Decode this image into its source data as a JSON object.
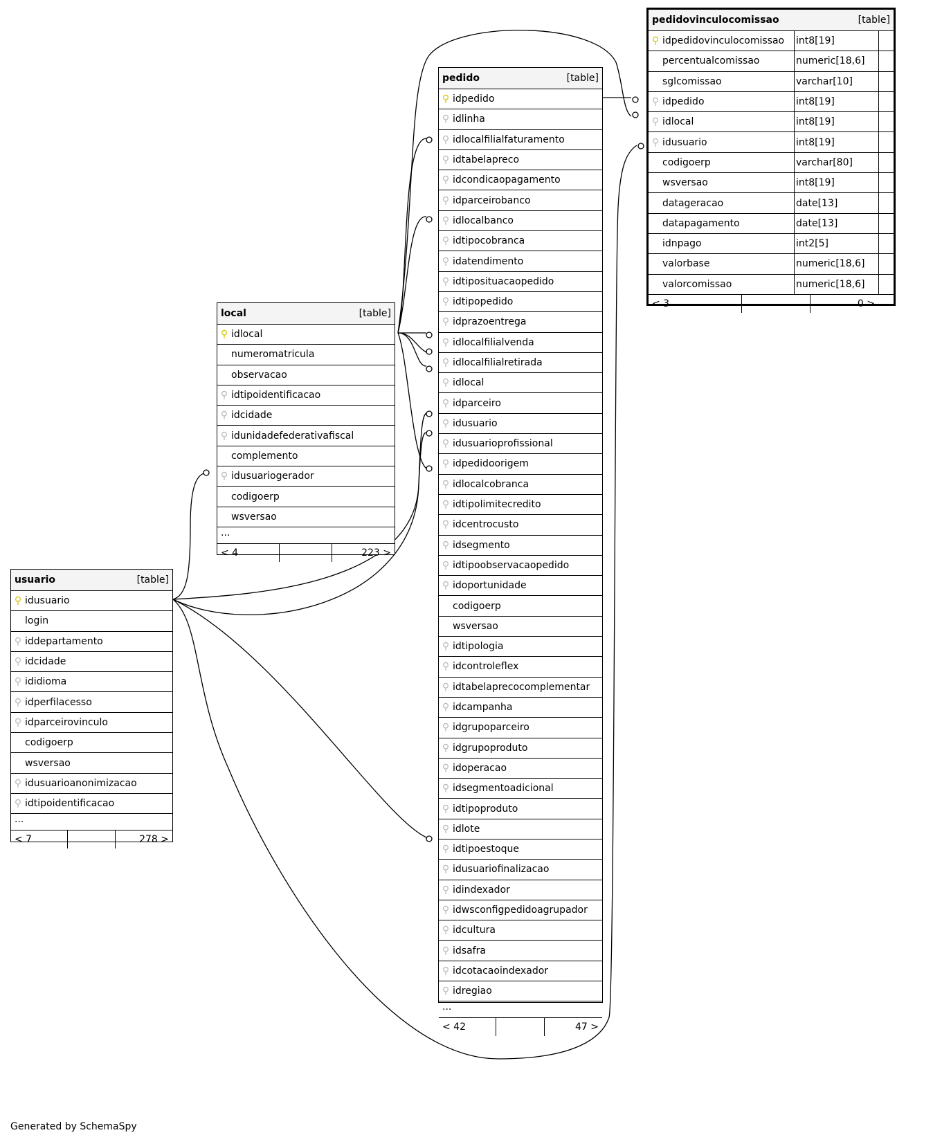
{
  "footer_text": "Generated by SchemaSpy",
  "colors": {
    "pk_key": "#d6c100",
    "fk_key": "#b7b7b7",
    "header_bg": "#f4f4f4"
  },
  "tables": {
    "pedidovinculocomissao": {
      "name": "pedidovinculocomissao",
      "type": "[table]",
      "columns": [
        {
          "key": "pk",
          "name": "idpedidovinculocomissao",
          "dtype": "int8[19]"
        },
        {
          "key": "",
          "name": "percentualcomissao",
          "dtype": "numeric[18,6]"
        },
        {
          "key": "",
          "name": "sglcomissao",
          "dtype": "varchar[10]"
        },
        {
          "key": "fk",
          "name": "idpedido",
          "dtype": "int8[19]"
        },
        {
          "key": "fk",
          "name": "idlocal",
          "dtype": "int8[19]"
        },
        {
          "key": "fk",
          "name": "idusuario",
          "dtype": "int8[19]"
        },
        {
          "key": "",
          "name": "codigoerp",
          "dtype": "varchar[80]"
        },
        {
          "key": "",
          "name": "wsversao",
          "dtype": "int8[19]"
        },
        {
          "key": "",
          "name": "datageracao",
          "dtype": "date[13]"
        },
        {
          "key": "",
          "name": "datapagamento",
          "dtype": "date[13]"
        },
        {
          "key": "",
          "name": "idnpago",
          "dtype": "int2[5]"
        },
        {
          "key": "",
          "name": "valorbase",
          "dtype": "numeric[18,6]"
        },
        {
          "key": "",
          "name": "valorcomissao",
          "dtype": "numeric[18,6]"
        }
      ],
      "footer": {
        "left": "< 3",
        "right": "0 >"
      }
    },
    "pedido": {
      "name": "pedido",
      "type": "[table]",
      "columns": [
        {
          "key": "pk",
          "name": "idpedido"
        },
        {
          "key": "fk",
          "name": "idlinha"
        },
        {
          "key": "fk",
          "name": "idlocalfilialfaturamento"
        },
        {
          "key": "fk",
          "name": "idtabelapreco"
        },
        {
          "key": "fk",
          "name": "idcondicaopagamento"
        },
        {
          "key": "fk",
          "name": "idparceirobanco"
        },
        {
          "key": "fk",
          "name": "idlocalbanco"
        },
        {
          "key": "fk",
          "name": "idtipocobranca"
        },
        {
          "key": "fk",
          "name": "idatendimento"
        },
        {
          "key": "fk",
          "name": "idtipositua caopedido"
        },
        {
          "key": "fk",
          "name": "idtipopedido"
        },
        {
          "key": "fk",
          "name": "idprazoentrega"
        },
        {
          "key": "fk",
          "name": "idlocalfilialvenda"
        },
        {
          "key": "fk",
          "name": "idlocalfilialretirada"
        },
        {
          "key": "fk",
          "name": "idlocal"
        },
        {
          "key": "fk",
          "name": "idparceiro"
        },
        {
          "key": "fk",
          "name": "idusuario"
        },
        {
          "key": "fk",
          "name": "idusuarioprofissional"
        },
        {
          "key": "fk",
          "name": "idpedidoorigem"
        },
        {
          "key": "fk",
          "name": "idlocalcobranca"
        },
        {
          "key": "fk",
          "name": "idtipolimitecredito"
        },
        {
          "key": "fk",
          "name": "idcentrocusto"
        },
        {
          "key": "fk",
          "name": "idsegmento"
        },
        {
          "key": "fk",
          "name": "idtipoobservacaopedido"
        },
        {
          "key": "fk",
          "name": "idoportunidade"
        },
        {
          "key": "",
          "name": "codigoerp"
        },
        {
          "key": "",
          "name": "wsversao"
        },
        {
          "key": "fk",
          "name": "idtipologia"
        },
        {
          "key": "fk",
          "name": "idcontroleflex"
        },
        {
          "key": "fk",
          "name": "idtabelaprecocomplementar"
        },
        {
          "key": "fk",
          "name": "idcampanha"
        },
        {
          "key": "fk",
          "name": "idgrupoparceiro"
        },
        {
          "key": "fk",
          "name": "idgrupoproduto"
        },
        {
          "key": "fk",
          "name": "idoperacao"
        },
        {
          "key": "fk",
          "name": "idsegmentoadicional"
        },
        {
          "key": "fk",
          "name": "idtipoproduto"
        },
        {
          "key": "fk",
          "name": "idlote"
        },
        {
          "key": "fk",
          "name": "idtipoestoque"
        },
        {
          "key": "fk",
          "name": "idusuariofinalizacao"
        },
        {
          "key": "fk",
          "name": "idindexador"
        },
        {
          "key": "fk",
          "name": "idwsconfigpedidoagrupador"
        },
        {
          "key": "fk",
          "name": "idcultura"
        },
        {
          "key": "fk",
          "name": "idsafra"
        },
        {
          "key": "fk",
          "name": "idcotacaoindexador"
        },
        {
          "key": "fk",
          "name": "idregiao"
        }
      ],
      "more": "...",
      "footer": {
        "left": "< 42",
        "right": "47 >"
      }
    },
    "local": {
      "name": "local",
      "type": "[table]",
      "columns": [
        {
          "key": "pk",
          "name": "idlocal"
        },
        {
          "key": "",
          "name": "numeromatricula"
        },
        {
          "key": "",
          "name": "observacao"
        },
        {
          "key": "fk",
          "name": "idtipoidentificacao"
        },
        {
          "key": "fk",
          "name": "idcidade"
        },
        {
          "key": "fk",
          "name": "idunidadefederativafiscal"
        },
        {
          "key": "",
          "name": "complemento"
        },
        {
          "key": "fk",
          "name": "idusuariogerador"
        },
        {
          "key": "",
          "name": "codigoerp"
        },
        {
          "key": "",
          "name": "wsversao"
        }
      ],
      "more": "...",
      "footer": {
        "left": "< 4",
        "right": "223 >"
      }
    },
    "usuario": {
      "name": "usuario",
      "type": "[table]",
      "columns": [
        {
          "key": "pk",
          "name": "idusuario"
        },
        {
          "key": "",
          "name": "login"
        },
        {
          "key": "fk",
          "name": "iddepartamento"
        },
        {
          "key": "fk",
          "name": "idcidade"
        },
        {
          "key": "fk",
          "name": "ididioma"
        },
        {
          "key": "fk",
          "name": "idperfilacesso"
        },
        {
          "key": "fk",
          "name": "idparceirovinculo"
        },
        {
          "key": "",
          "name": "codigoerp"
        },
        {
          "key": "",
          "name": "wsversao"
        },
        {
          "key": "fk",
          "name": "idusuarioanonimizacao"
        },
        {
          "key": "fk",
          "name": "idtipoidentificacao"
        }
      ],
      "more": "...",
      "footer": {
        "left": "< 7",
        "right": "278 >"
      }
    }
  }
}
